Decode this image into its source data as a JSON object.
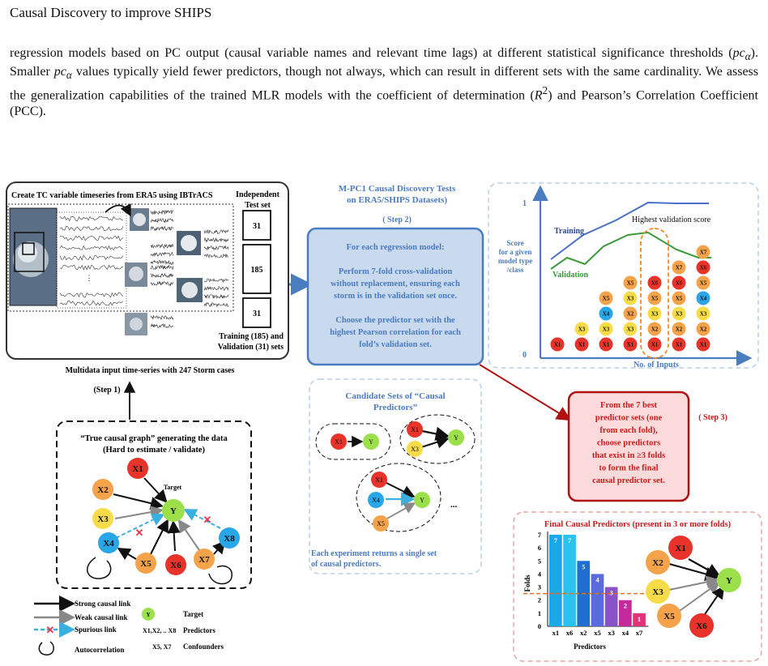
{
  "header": {
    "running_head": "Causal Discovery to improve SHIPS"
  },
  "body": {
    "p1": "regression models based on PC output (causal variable names and relevant time lags) at different statistical significance thresholds (",
    "sym_pc": "pc",
    "sym_alpha": "α",
    "p2": "). Smaller ",
    "p3": " values typically yield fewer predictors, though not always, which can result in different sets with the same cardinality. We assess the generalization capabilities of the trained MLR models with the coefficient of determination (",
    "sym_r": "R",
    "sym_two": "2",
    "p4": ") and Pearson’s Correlation Coefficient (PCC)."
  },
  "figure": {
    "panel1": {
      "title": "Create TC variable timeseries from ERA5 using IBTrACS",
      "test_set_label": "Independent Test set",
      "test_set_label_l1": "Independent",
      "test_set_label_l2": "Test set",
      "box_top": "31",
      "box_mid": "185",
      "box_bot": "31",
      "train_val_l1": "Training (185) and",
      "train_val_l2": "Validation (31) sets",
      "caption": "Multidata input time-series with 247 Storm cases",
      "step": "(Step 1)"
    },
    "panel2": {
      "title_l1": "M-PC1 Causal Discovery Tests",
      "title_l2": "on ERA5/SHIPS Datasets)",
      "step": "( Step 2)",
      "lines": [
        "For each regression model:",
        "",
        "Perform 7-fold cross-validation",
        "without replacement, ensuring each",
        "storm is in the validation set once.",
        "",
        "Choose the predictor set with the",
        "highest Pearson correlation for each",
        "fold’s validation set."
      ]
    },
    "panel3": {
      "y_top": "1",
      "y_bottom": "0",
      "ylabel_lines": [
        "Score",
        "for a given",
        "model type",
        "/class"
      ],
      "training": "Training",
      "validation": "Validation",
      "highest": "Highest validation score",
      "xlabel": "No. of Inputs",
      "stacks": [
        [
          "X1"
        ],
        [
          "X1",
          "X3"
        ],
        [
          "X1",
          "X3",
          "X4",
          "X5"
        ],
        [
          "X1",
          "X3",
          "X2",
          "X3",
          "X5"
        ],
        [
          "X1",
          "X2",
          "X3",
          "X5",
          "X6"
        ],
        [
          "X1",
          "X2",
          "X3",
          "X5",
          "X6",
          "X7"
        ],
        [
          "X1",
          "X2",
          "X3",
          "X4",
          "X5",
          "X6",
          "X7"
        ]
      ]
    },
    "panel4": {
      "title_l1": "Candidate Sets of “Causal",
      "title_l2": "Predictors”",
      "n_x1": "X1",
      "n_y": "Y",
      "n_x3": "X3",
      "n_x4": "X4",
      "n_x5": "X5",
      "ellipsis": "...",
      "caption_l1": "Each experiment returns a single set",
      "caption_l2": "of causal predictors."
    },
    "panel5": {
      "title_l1": "“True causal graph”  generating the data",
      "title_l2": "(Hard to estimate / validate)",
      "target_label": "Target",
      "nodes": [
        "X1",
        "X2",
        "X3",
        "X4",
        "X5",
        "X6",
        "X7",
        "X8",
        "Y"
      ]
    },
    "legend": {
      "strong": "Strong causal link",
      "weak": "Weak causal link",
      "spurious": "Spurious link",
      "auto": "Autocorrelation",
      "target_node": "Y",
      "target": "Target",
      "predictors_keys": "X1,X2, .. X8",
      "predictors": "Predictors",
      "confounder_keys": "X5, X7",
      "confounders": "Confounders"
    },
    "panel6": {
      "lines": [
        "From the 7 best",
        "predictor sets (one",
        "from each fold),",
        "choose predictors",
        "that exist in ≥3 folds",
        "to form the final",
        "causal predictor set."
      ],
      "step": "( Step 3)"
    },
    "panel7": {
      "title": "Final Causal Predictors (present in 3 or more folds)",
      "ylabel": "Folds",
      "xlabel": "Predictors",
      "node_labels": [
        "X1",
        "X2",
        "X3",
        "X5",
        "X6",
        "Y"
      ]
    },
    "chart_data": {
      "type": "bar",
      "title": "Final Causal Predictors (present in 3 or more folds)",
      "xlabel": "Predictors",
      "ylabel": "Folds",
      "categories": [
        "x1",
        "x6",
        "x2",
        "x5",
        "x3",
        "x4",
        "x7"
      ],
      "values": [
        7,
        7,
        5,
        4,
        3,
        2,
        1
      ],
      "yticks": [
        "0",
        "1",
        "2",
        "3",
        "4",
        "5",
        "6",
        "7"
      ],
      "ylim": [
        0,
        7
      ],
      "threshold": 2.5,
      "colors": [
        "#1aa8e6",
        "#29c3f2",
        "#1f6fd0",
        "#5a6be0",
        "#8a52c8",
        "#c42a9e",
        "#e0337a"
      ]
    },
    "colors": {
      "blue_text": "#4a7cc0",
      "red_text": "#cc1a1a",
      "panel_blue_fill": "#c9d9ee",
      "node_red": "#e8332b",
      "node_orange": "#f5a34a",
      "node_yellow": "#f7dc4a",
      "node_blue": "#29a6e8",
      "node_green": "#9be04a"
    }
  }
}
